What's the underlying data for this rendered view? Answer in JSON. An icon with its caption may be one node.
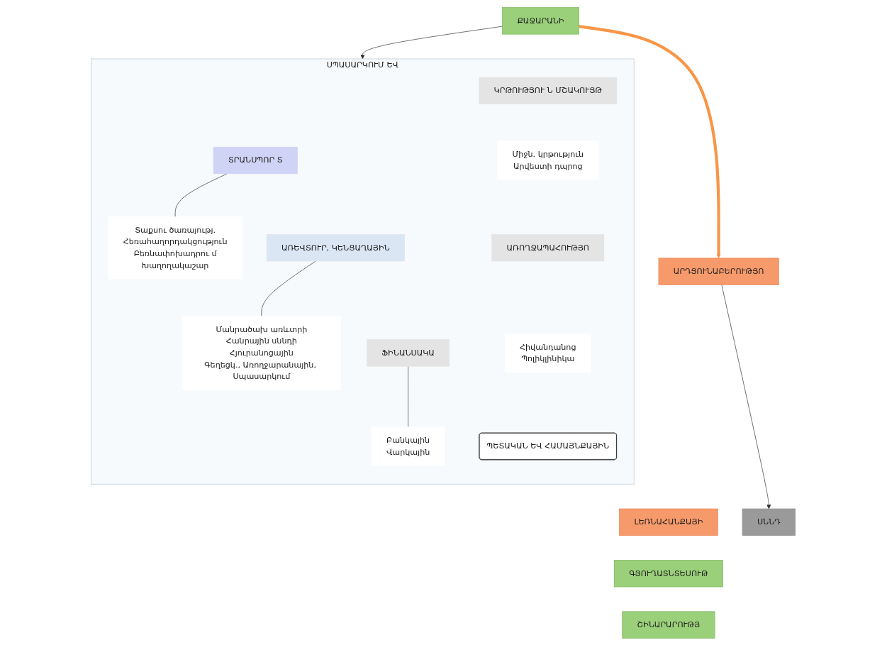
{
  "diagram": {
    "nodes": [
      {
        "text": [
          "ՔԱՋԱՐԱՆԻ"
        ]
      },
      {
        "text": [
          "ԱՐԴՅՈՒՆԱԲԵՐՈՒԹՅՈ"
        ]
      },
      {
        "text": [
          "ԼԵՌՆԱՀԱՆՔԱՅԻ"
        ]
      },
      {
        "text": [
          "ՍՆՆԴ"
        ]
      },
      {
        "text": [
          "ՍՊԱՍԱՐԿՈՒՄ ԵՎ"
        ]
      },
      {
        "text": [
          "ՏՐԱՆՍՊՈՐ Տ"
        ],
        "in": 4
      },
      {
        "text": [
          "Տաքսու ծառայությ.",
          "Հեռահաղորդակցություն",
          "Բեռնափոխադրու մ",
          "Խաղողակաշար"
        ],
        "in": 4
      },
      {
        "text": [
          "ԿՐԹՈՒԹՅՈՒ Ն ՄՇԱԿՈՒՅԹ"
        ],
        "in": 4
      },
      {
        "text": [
          "Միջն. կրթություն",
          "Արվեստի դպրոց"
        ],
        "in": 4
      },
      {
        "text": [
          "ԱՌԵՎՏՈՒՐ, ԿԵՆՑԱՂԱՅԻՆ"
        ],
        "in": 4
      },
      {
        "text": [
          "Մանրածախ առևտրի",
          "Հանրային սննդի",
          "Հյուրանոցային",
          "Գեղեցկ., Առողջարանային, Սպասարկում"
        ],
        "in": 4
      },
      {
        "text": [
          "ԱՌՈՂՋԱՊԱՀՈՒԹՅՈ"
        ],
        "in": 4
      },
      {
        "text": [
          "Հիվանդանոց",
          "Պոլիկլինիկա"
        ],
        "in": 4
      },
      {
        "text": [
          "ՖԻՆԱՆՍԱԿԱ"
        ],
        "in": 4
      },
      {
        "text": [
          "Բանկային",
          "Վարկային"
        ],
        "in": 4
      },
      {
        "text": [
          "ՊԵՏԱԿԱՆ ԵՎ ՀԱՄԱՅՆՔԱՅԻՆ"
        ],
        "in": 4
      },
      {
        "text": [
          "ԳՅՈՒՂԱՏՆՏԵՍՈՒԹ"
        ]
      },
      {
        "text": [
          "ՇԻՆԱՐԱՐՈՒԹՅ"
        ]
      }
    ],
    "edges": [
      {
        "from": 0,
        "to": 1,
        "arrow": "to",
        "style": "thick",
        "color": "#f79646"
      },
      {
        "from": 0,
        "to": 4,
        "arrow": "to"
      },
      {
        "from": 1,
        "to": 3,
        "arrow": "to"
      },
      {
        "from": 5,
        "to": 6,
        "arrow": "none"
      },
      {
        "from": 9,
        "to": 10,
        "arrow": "none"
      },
      {
        "from": 13,
        "to": 14,
        "arrow": "none"
      }
    ]
  }
}
